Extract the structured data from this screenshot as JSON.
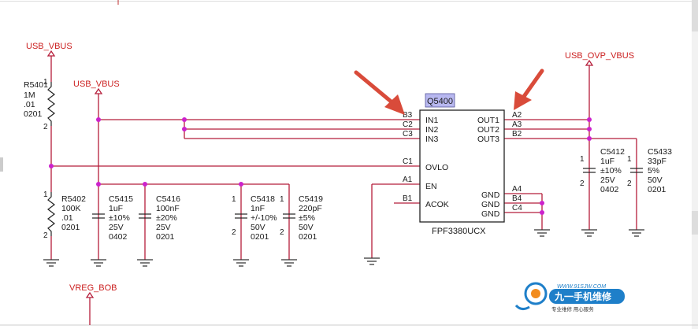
{
  "nets": {
    "usb_vbus": "USB_VBUS",
    "usb_ovp_vbus": "USB_OVP_VBUS",
    "vreg_bob": "VREG_BOB"
  },
  "chip": {
    "ref": "Q5400",
    "part": "FPF3380UCX",
    "pins": {
      "b3": "B3",
      "c2": "C2",
      "c3": "C3",
      "c1": "C1",
      "a1": "A1",
      "b1": "B1",
      "a2": "A2",
      "a3": "A3",
      "b2": "B2",
      "a4": "A4",
      "b4": "B4",
      "c4": "C4"
    },
    "names": {
      "in1": "IN1",
      "in2": "IN2",
      "in3": "IN3",
      "ovlo": "OVLO",
      "en": "EN",
      "acok": "ACOK",
      "out1": "OUT1",
      "out2": "OUT2",
      "out3": "OUT3",
      "gnd": "GND"
    }
  },
  "pin_numbers": {
    "one": "1",
    "two": "2"
  },
  "components": {
    "r5401": {
      "ref": "R5401",
      "value": "1M",
      "tol": ".01",
      "pkg": "0201"
    },
    "r5402": {
      "ref": "R5402",
      "value": "100K",
      "tol": ".01",
      "pkg": "0201"
    },
    "c5415": {
      "ref": "C5415",
      "value": "1uF",
      "tol": "±10%",
      "volt": "25V",
      "pkg": "0402"
    },
    "c5416": {
      "ref": "C5416",
      "value": "100nF",
      "tol": "±20%",
      "volt": "25V",
      "pkg": "0201"
    },
    "c5418": {
      "ref": "C5418",
      "value": "1nF",
      "tol": "+/-10%",
      "volt": "50V",
      "pkg": "0201"
    },
    "c5419": {
      "ref": "C5419",
      "value": "220pF",
      "tol": "±5%",
      "volt": "50V",
      "pkg": "0201"
    },
    "c5412": {
      "ref": "C5412",
      "value": "1uF",
      "tol": "±10%",
      "volt": "25V",
      "pkg": "0402"
    },
    "c5433": {
      "ref": "C5433",
      "value": "33pF",
      "tol": "5%",
      "volt": "50V",
      "pkg": "0201"
    }
  },
  "watermark": {
    "url": "WWW.91SJW.COM",
    "name": "九一手机维修",
    "slogan": "专业维修 用心服务"
  },
  "colors": {
    "wire": "#b51d3a",
    "netlabel": "#cc2222",
    "junction": "#cc22cc",
    "arrow": "#d94b3a",
    "chip_ref_bg": "#b8b8f0"
  }
}
